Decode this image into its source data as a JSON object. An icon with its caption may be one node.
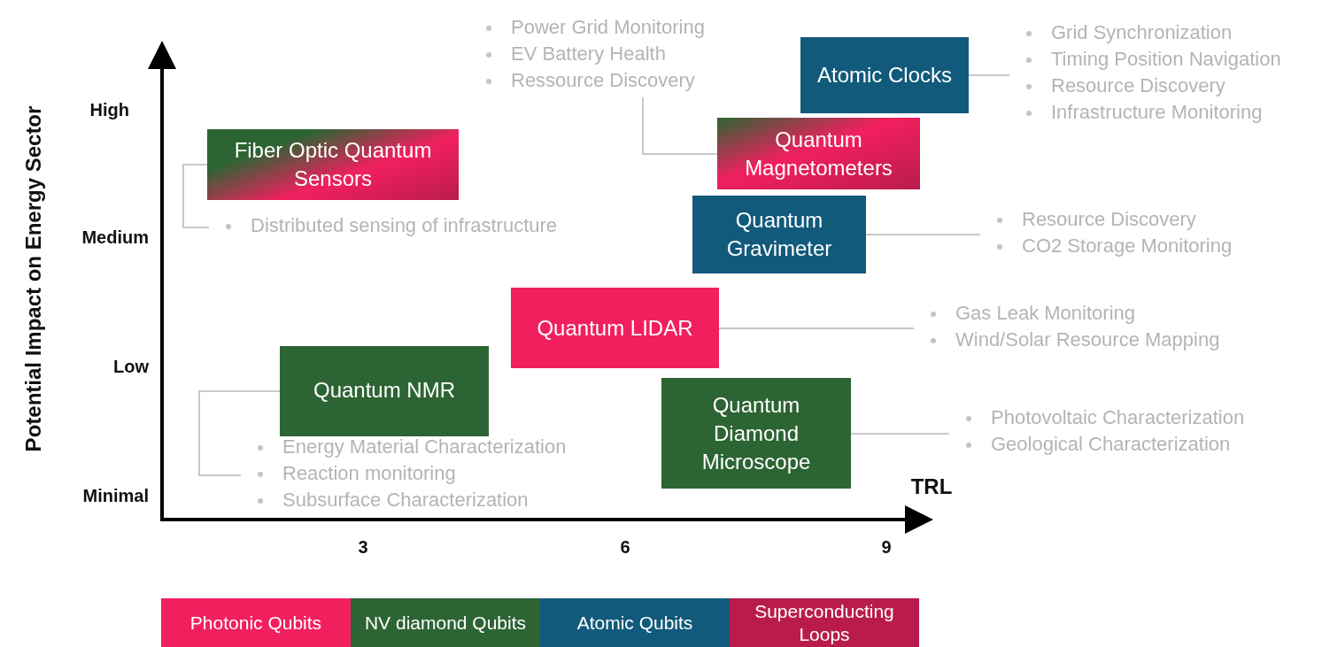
{
  "diagram": {
    "nodes": [
      {
        "text": [
          "Power Grid Monitoring",
          "EV Battery Health",
          "Ressource Discovery"
        ]
      },
      {
        "text": [
          "Atomic Clocks"
        ]
      },
      {
        "text": [
          "Grid Synchronization",
          "Timing Position Navigation",
          "Resource Discovery",
          "Infrastructure Monitoring"
        ]
      },
      {
        "text": [
          "Fiber Optic Quantum Sensors"
        ]
      },
      {
        "text": [
          "Quantum Magnetometers"
        ]
      },
      {
        "text": [
          "Quantum Gravimeter"
        ]
      },
      {
        "text": [
          "Resource Discovery",
          "CO2 Storage Monitoring"
        ]
      },
      {
        "text": [
          "Distributed sensing of infrastructure"
        ]
      },
      {
        "text": [
          "Quantum LIDAR"
        ]
      },
      {
        "text": [
          "Gas Leak Monitoring",
          "Wind/Solar Resource Mapping"
        ]
      },
      {
        "text": [
          "Quantum NMR"
        ]
      },
      {
        "text": [
          "Quantum Diamond Microscope"
        ]
      },
      {
        "text": [
          "Photovoltaic Characterization",
          "Geological Characterization"
        ]
      },
      {
        "text": [
          "Energy Material Characterization",
          "Reaction monitoring",
          "Subsurface Characterization"
        ]
      }
    ],
    "edges": [
      {
        "from": 4,
        "to": 0,
        "arrow": "none"
      },
      {
        "from": 1,
        "to": 2,
        "arrow": "none"
      },
      {
        "from": 3,
        "to": 7,
        "arrow": "none"
      },
      {
        "from": 5,
        "to": 6,
        "arrow": "none"
      },
      {
        "from": 8,
        "to": 9,
        "arrow": "none"
      },
      {
        "from": 10,
        "to": 13,
        "arrow": "none"
      },
      {
        "from": 11,
        "to": 12,
        "arrow": "none"
      }
    ],
    "labels": [
      "Potential Impact on Energy Sector",
      "High",
      "Medium",
      "Low",
      "Minimal",
      "TRL",
      "3",
      "6",
      "9"
    ],
    "legend": [
      {
        "text": "Photonic Qubits",
        "color": "#f21f5f"
      },
      {
        "text": "NV diamond Qubits",
        "color": "#2d6433"
      },
      {
        "text": "Atomic Qubits",
        "color": "#125a7b"
      },
      {
        "text": "Superconducting Loops",
        "color": "#b91c4c"
      }
    ]
  }
}
